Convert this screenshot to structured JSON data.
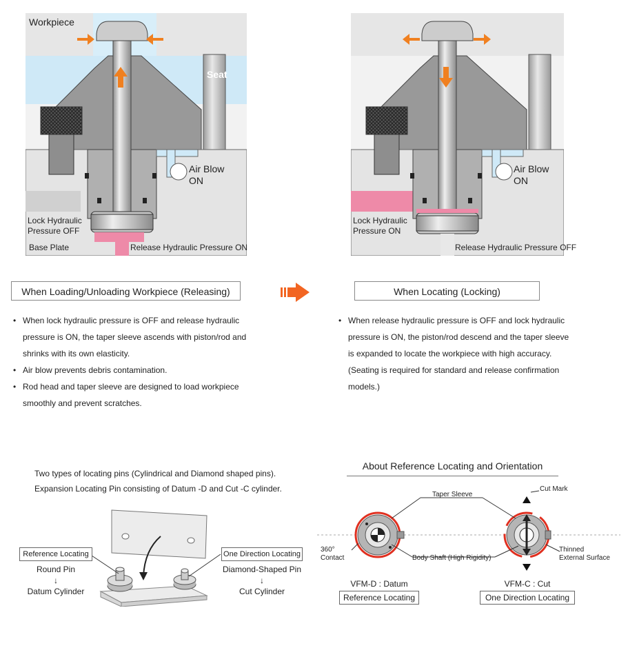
{
  "left_figure": {
    "workpiece": "Workpiece",
    "seat": "Seat",
    "air_blow": "Air Blow",
    "air_on": "ON",
    "lock_line1": "Lock Hydraulic",
    "lock_line2": "Pressure OFF",
    "base_plate": "Base Plate",
    "release": "Release Hydraulic Pressure ON"
  },
  "right_figure": {
    "air_blow": "Air Blow",
    "air_on": "ON",
    "lock_line1": "Lock Hydraulic",
    "lock_line2": "Pressure ON",
    "release": "Release Hydraulic Pressure OFF"
  },
  "releasing": {
    "title": "When Loading/Unloading Workpiece (Releasing)",
    "bullets": [
      "When lock hydraulic pressure is OFF and release hydraulic pressure is ON, the taper sleeve ascends with piston/rod and shrinks with its own elasticity.",
      "Air blow prevents debris contamination.",
      "Rod head and taper sleeve are designed to load workpiece smoothly and prevent scratches."
    ]
  },
  "locking": {
    "title": "When Locating (Locking)",
    "bullets": [
      "When release hydraulic pressure is OFF and lock hydraulic pressure is ON, the piston/rod descend and the taper sleeve is expanded to locate the workpiece with high accuracy. (Seating is required for standard and release confirmation models.)"
    ]
  },
  "intro": {
    "line1": "Two types of locating pins (Cylindrical and Diamond shaped pins).",
    "line2": "Expansion Locating Pin consisting of Datum -D and Cut -C cylinder."
  },
  "pins": {
    "ref_box": "Reference Locating",
    "round_pin": "Round Pin",
    "arrow": "↓",
    "datum_cyl": "Datum Cylinder",
    "dir_box": "One Direction Locating",
    "diamond_pin": "Diamond-Shaped Pin",
    "cut_cyl": "Cut Cylinder"
  },
  "reference": {
    "title": "About Reference Locating and Orientation",
    "taper_sleeve": "Taper Sleeve",
    "cut_mark": "Cut Mark",
    "contact_line1": "360°",
    "contact_line2": "Contact",
    "body_shaft": "Body Shaft (High Rigidity)",
    "thinned_line1": "Thinned",
    "thinned_line2": "External Surface",
    "datum_label": "VFM-D : Datum",
    "datum_box": "Reference Locating",
    "cut_label": "VFM-C : Cut",
    "cut_box": "One Direction Locating"
  },
  "colors": {
    "arrow_orange": "#f08020",
    "hydraulic_pink": "#ee8aa8",
    "air_blue": "#cfe9f7",
    "red_ring": "#e03020"
  }
}
